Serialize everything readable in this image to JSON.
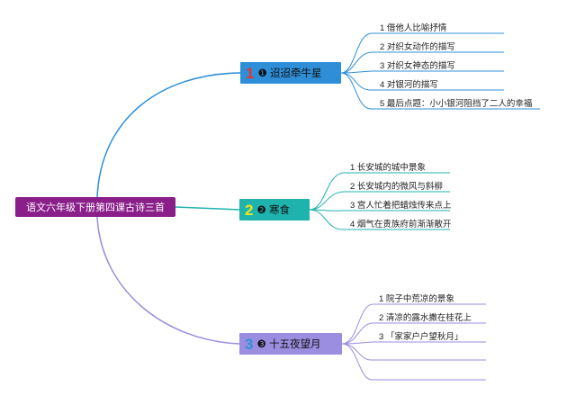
{
  "root": {
    "label": "语文六年级下册第四课古诗三首"
  },
  "branches": [
    {
      "number": "1",
      "title": "❶ 迢迢牵牛星",
      "items": [
        "1 借他人比喻抒情",
        "2 对织女动作的描写",
        "3 对织女神态的描写",
        "4 对银河的描写",
        "5 最后点题：小小银河阻挡了二人的幸福"
      ]
    },
    {
      "number": "2",
      "title": "❷ 寒食",
      "items": [
        "1 长安城的城中景象",
        "2 长安城内的微风与斜柳",
        "3 宫人忙着把蜡烛传来点上",
        "4 烟气在贵族府前渐渐散开"
      ]
    },
    {
      "number": "3",
      "title": "❸ 十五夜望月",
      "items": [
        "1 院子中荒凉的景象",
        "2 清凉的露水撒在桂花上",
        "3 「家家户户望秋月」"
      ]
    }
  ],
  "colors": {
    "root_bg": "#8a1f8a",
    "branch1": "#2e8fd8",
    "branch2": "#1fb3ad",
    "branch3": "#9b8ee0"
  }
}
